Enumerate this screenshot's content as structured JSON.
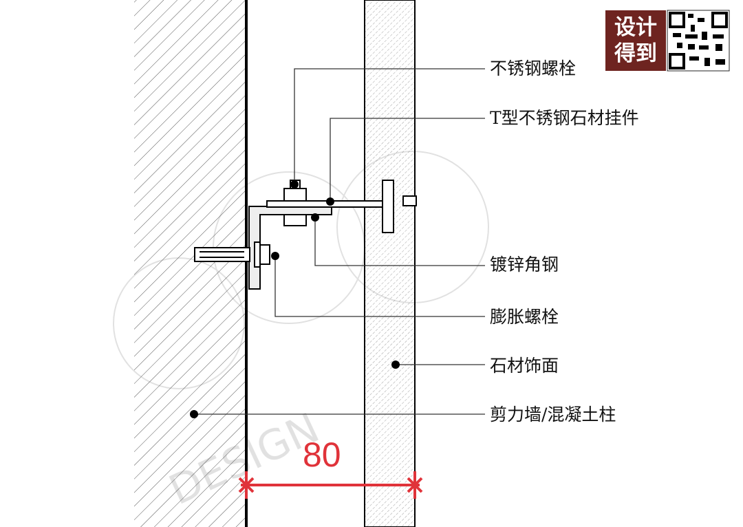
{
  "labels": {
    "stainless_bolt": "不锈钢螺栓",
    "t_hanger": "T型不锈钢石材挂件",
    "angle_steel": "镀锌角钢",
    "expansion_bolt": "膨胀螺栓",
    "stone_facing": "石材饰面",
    "wall": "剪力墙/混凝土柱"
  },
  "dimension": {
    "value": "80",
    "color": "#e0333a"
  },
  "logo": {
    "line1": "设计",
    "line2": "得到",
    "color": "#6e2420"
  },
  "watermark": "DESIGN"
}
